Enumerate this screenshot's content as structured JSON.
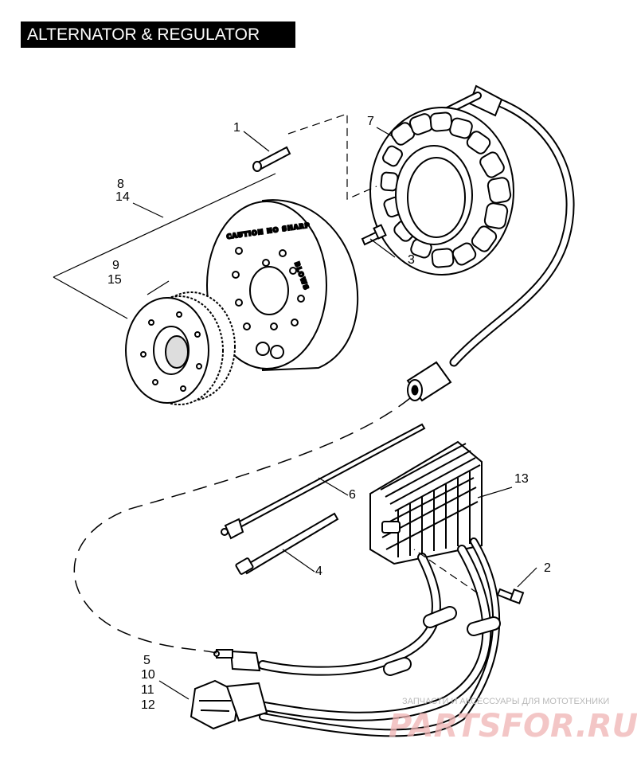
{
  "title": "ALTERNATOR & REGULATOR",
  "callouts": {
    "c1": "1",
    "c2": "2",
    "c3": "3",
    "c4": "4",
    "c5": "5",
    "c6": "6",
    "c7": "7",
    "c8": "8",
    "c9": "9",
    "c10": "10",
    "c11": "11",
    "c12": "12",
    "c13": "13",
    "c14": "14",
    "c15": "15"
  },
  "rotor_stamp": {
    "line1": "CAUTION NO SHARP",
    "line2": "BLOWS"
  },
  "watermark": {
    "tagline": "ЗАПЧАСТИ И АКСЕССУАРЫ ДЛЯ МОТОТЕХНИКИ",
    "brand": "PARTSFOR.RU"
  }
}
